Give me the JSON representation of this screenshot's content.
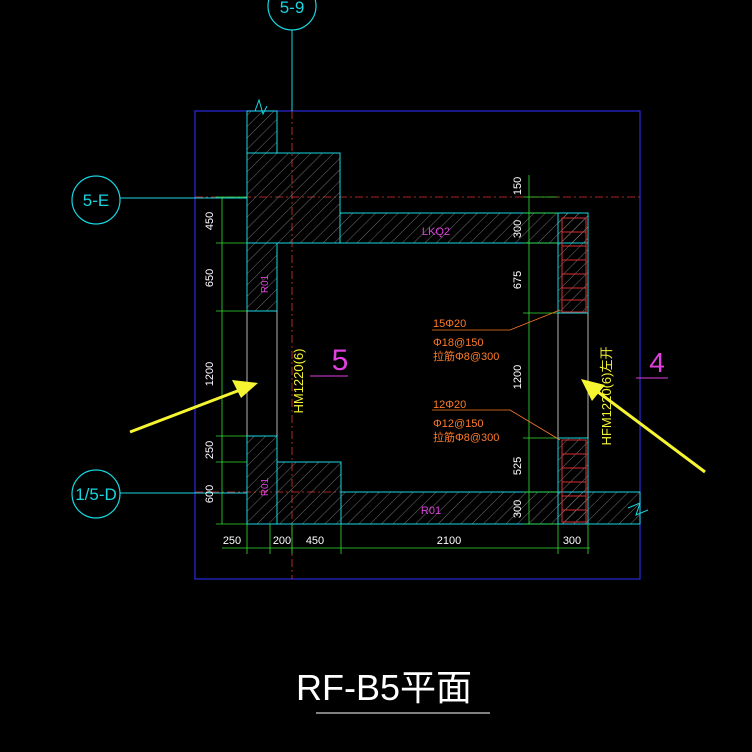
{
  "drawing": {
    "title": "RF-B5平面",
    "axes": {
      "top": "5-9",
      "left_upper": "5-E",
      "left_lower": "1/5-D"
    },
    "grid_numbers": {
      "left": "5",
      "right": "4"
    },
    "wall_labels": {
      "top_beam": "LKQ2",
      "bottom_beam": "R01",
      "left_upper": "R01",
      "left_lower": "R01"
    },
    "member_labels": {
      "left": "HM1220(6)",
      "right": "HFM1220(6)左开"
    },
    "rebar_upper": {
      "main": "15Φ20",
      "stirrup": "Φ18@150",
      "tie": "拉筋Φ8@300"
    },
    "rebar_lower": {
      "main": "12Φ20",
      "stirrup": "Φ12@150",
      "tie": "拉筋Φ8@300"
    },
    "dims_left": [
      "450",
      "650",
      "1200",
      "250",
      "600"
    ],
    "dims_right": [
      "150",
      "300",
      "675",
      "1200",
      "525",
      "300"
    ],
    "dims_bottom": [
      "250",
      "200",
      "450",
      "2100",
      "300"
    ]
  },
  "colors": {
    "frame": "#2a2ae0",
    "wall": "#18d6e0",
    "dim": "#33e033",
    "label": "#e040e0",
    "note": "#ff7a28",
    "arrow": "#f5f532",
    "redline": "#e03030"
  }
}
